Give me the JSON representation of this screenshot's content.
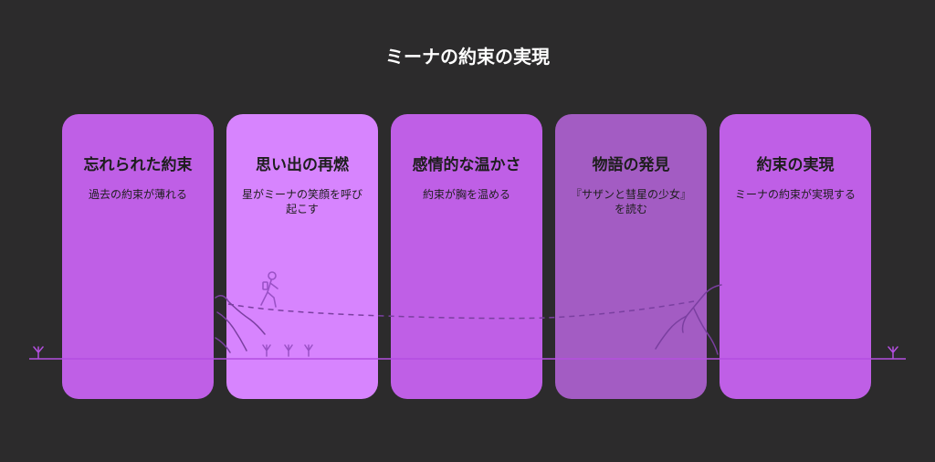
{
  "title": "ミーナの約束の実現",
  "colors": {
    "background": "#2c2b2c",
    "card_default": "#bf5fe6",
    "card_highlight": "#d784fe",
    "card_muted": "#a35cc3",
    "line": "#b44fe0"
  },
  "cards": [
    {
      "title": "忘れられた約束",
      "desc": "過去の約束が薄れる"
    },
    {
      "title": "思い出の再燃",
      "desc": "星がミーナの笑顔を呼び起こす"
    },
    {
      "title": "感情的な温かさ",
      "desc": "約束が胸を温める"
    },
    {
      "title": "物語の発見",
      "desc": "『サザンと彗星の少女』を読む"
    },
    {
      "title": "約束の実現",
      "desc": "ミーナの約束が実現する"
    }
  ],
  "icons": [
    "hiker-icon",
    "grass-icon",
    "hill-icon",
    "dashed-path-icon"
  ]
}
